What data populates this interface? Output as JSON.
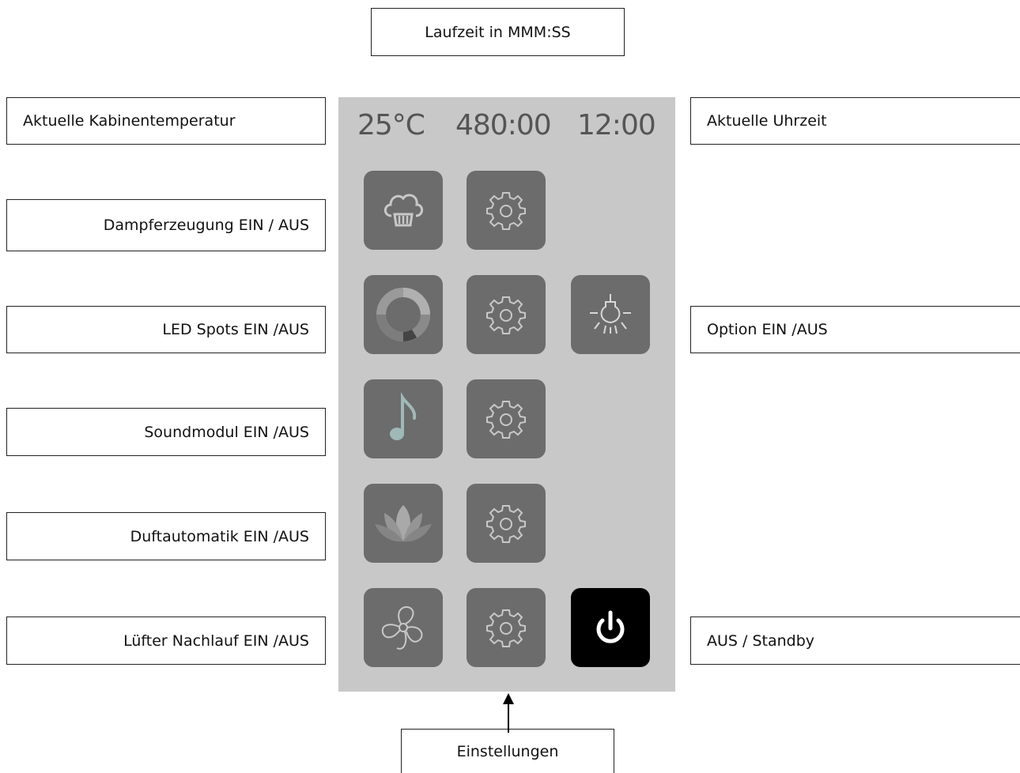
{
  "top_label": "Laufzeit in MMM:SS",
  "bottom_label": "Einstellungen",
  "left_labels": {
    "temperature": "Aktuelle Kabinentemperatur",
    "steam": "Dampferzeugung EIN / AUS",
    "led": "LED Spots EIN /AUS",
    "sound": "Soundmodul EIN /AUS",
    "aroma": "Duftautomatik EIN /AUS",
    "fan": "Lüfter Nachlauf EIN /AUS"
  },
  "right_labels": {
    "clock": "Aktuelle Uhrzeit",
    "option": "Option EIN /AUS",
    "standby": "AUS / Standby"
  },
  "status": {
    "temperature": "25°C",
    "runtime": "480:00",
    "time": "12:00"
  },
  "icons": {
    "steam": "steam-cloud-icon",
    "led": "color-ring-icon",
    "sound": "music-note-icon",
    "aroma": "lotus-icon",
    "fan": "fan-icon",
    "settings": "gear-icon",
    "option": "light-bulb-icon",
    "power": "power-icon"
  },
  "colors": {
    "panel_bg": "#c8c8c8",
    "tile_bg": "#6c6c6c",
    "power_bg": "#000000",
    "status_text": "#555555"
  }
}
